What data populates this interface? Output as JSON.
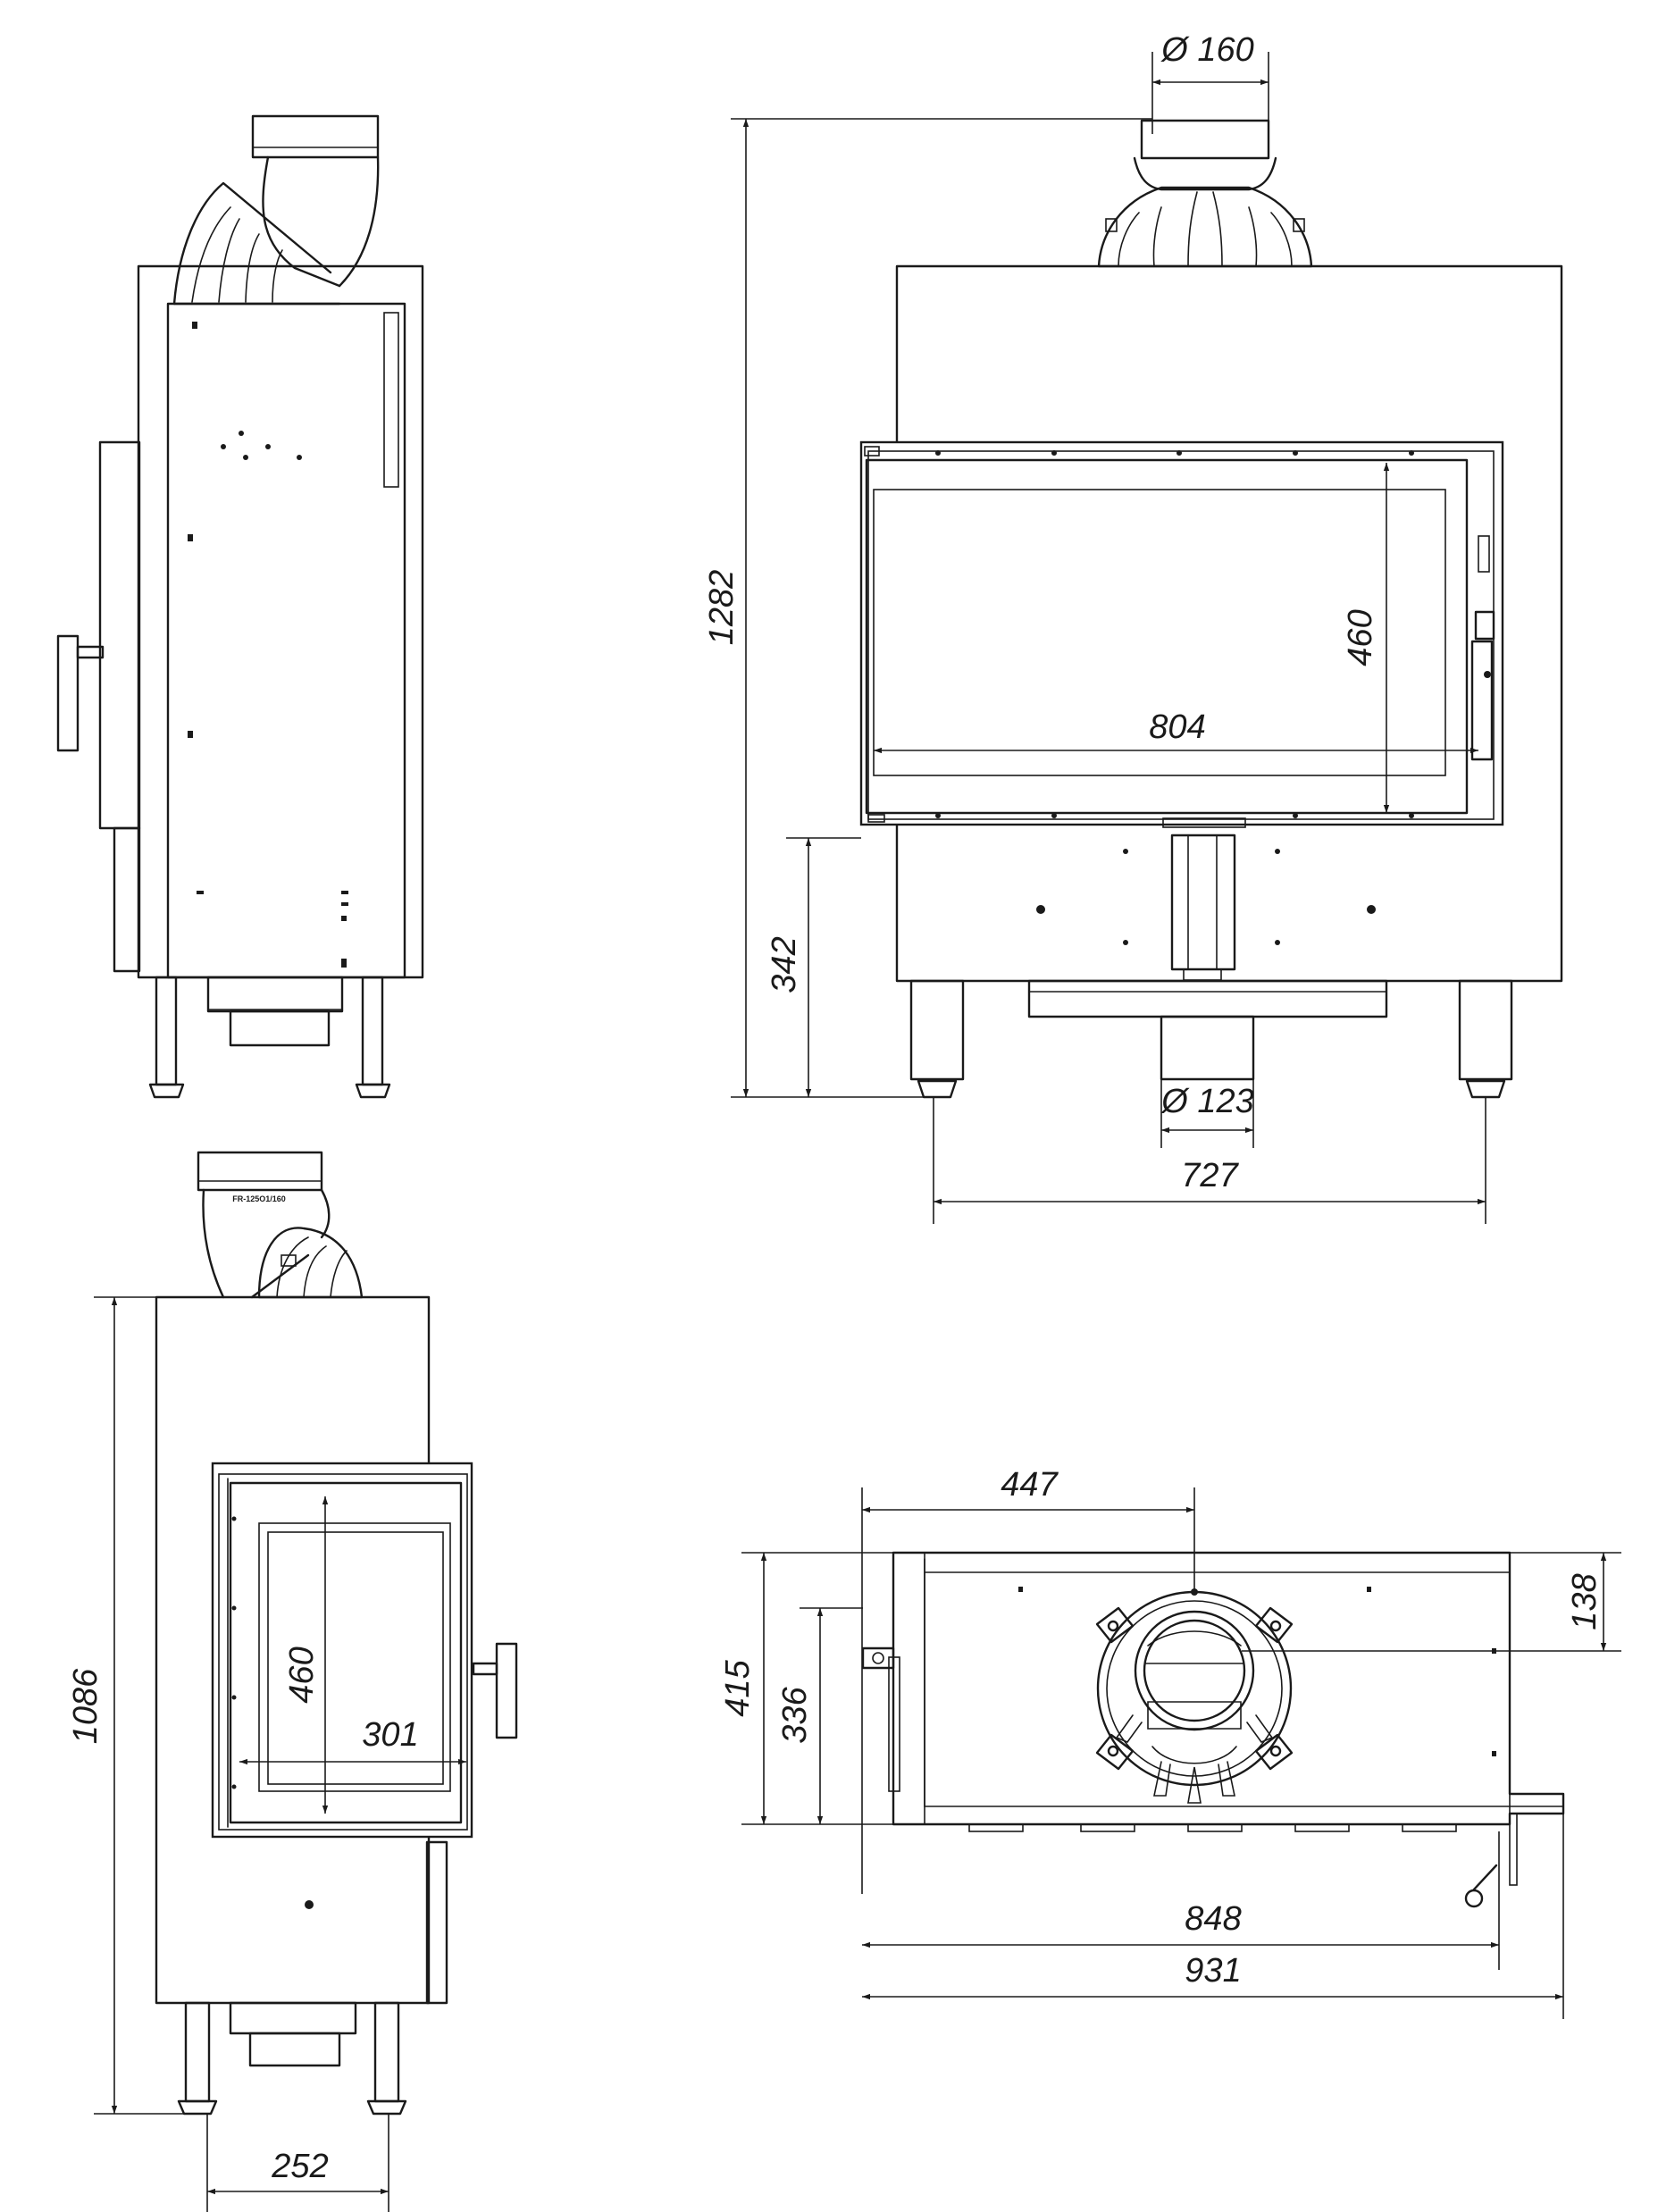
{
  "drawing": {
    "label_front_flue_diameter": "Ø 160",
    "label_front_height": "1282",
    "label_front_glass_height": "460",
    "label_front_glass_width": "804",
    "label_front_base_height": "342",
    "label_front_air_inlet": "Ø 123",
    "label_front_leg_spacing": "727",
    "label_side_height": "1086",
    "label_side_glass_height": "460",
    "label_side_glass_width": "301",
    "label_side_leg_spacing": "252",
    "label_top_flue_offset": "447",
    "label_top_flue_depth": "138",
    "label_top_depth": "415",
    "label_top_inner_depth": "336",
    "label_top_body_width": "848",
    "label_top_total_width": "931",
    "label_side_collar_marking": "FR-125O1/160"
  },
  "colors": {
    "line": "#1a1a1a",
    "background": "#ffffff"
  }
}
